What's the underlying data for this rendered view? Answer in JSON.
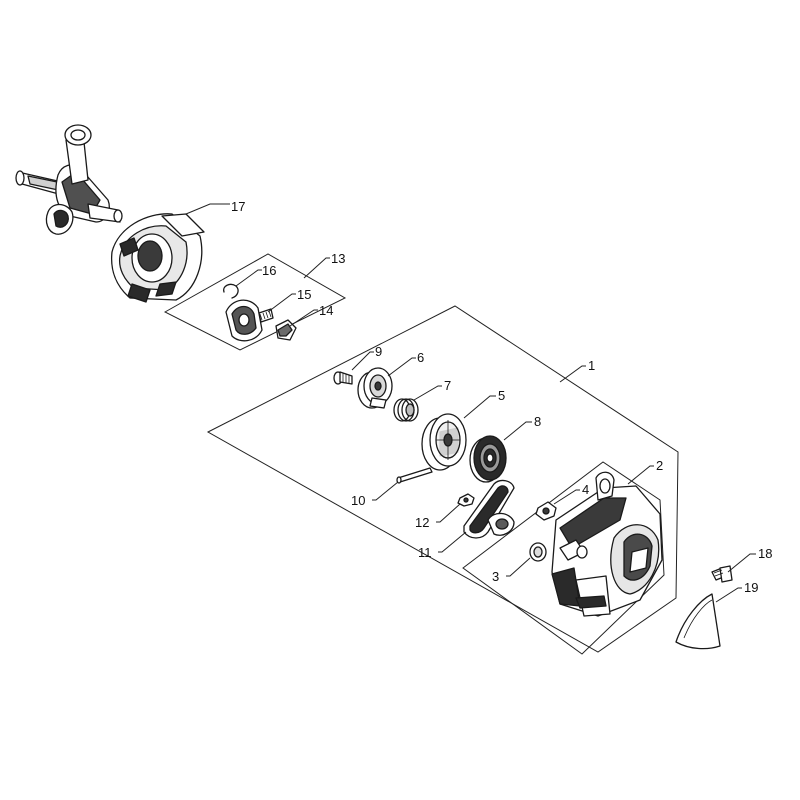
{
  "callouts": {
    "p1": "1",
    "p2": "2",
    "p3": "3",
    "p4": "4",
    "p5": "5",
    "p6": "6",
    "p7": "7",
    "p8": "8",
    "p9": "9",
    "p10": "10",
    "p11": "11",
    "p12": "12",
    "p13": "13",
    "p14": "14",
    "p15": "15",
    "p16": "16",
    "p17": "17",
    "p18": "18",
    "p19": "19"
  },
  "colors": {
    "line": "#1a1a1a",
    "part_fill": "#ffffff",
    "shade_dark": "#3a3a3a",
    "shade_mid": "#8a8a8a",
    "shade_light": "#c8c8c8"
  }
}
